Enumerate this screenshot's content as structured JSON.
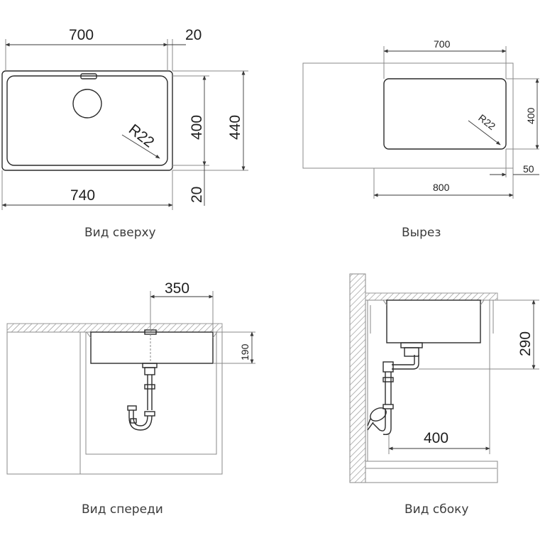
{
  "top_view": {
    "caption": "Вид сверху",
    "width": "700",
    "flange": "20",
    "depth_inner": "400",
    "depth_outer": "440",
    "radius": "R22",
    "total_width": "740",
    "bottom_flange": "20"
  },
  "cutout_view": {
    "caption": "Вырез",
    "width": "700",
    "depth": "400",
    "radius": "R22",
    "total": "800",
    "offset": "50"
  },
  "front_view": {
    "caption": "Вид спереди",
    "drain_offset": "350",
    "bowl_depth": "190"
  },
  "side_view": {
    "caption": "Вид сбоку",
    "height": "290",
    "drain_distance": "400"
  }
}
